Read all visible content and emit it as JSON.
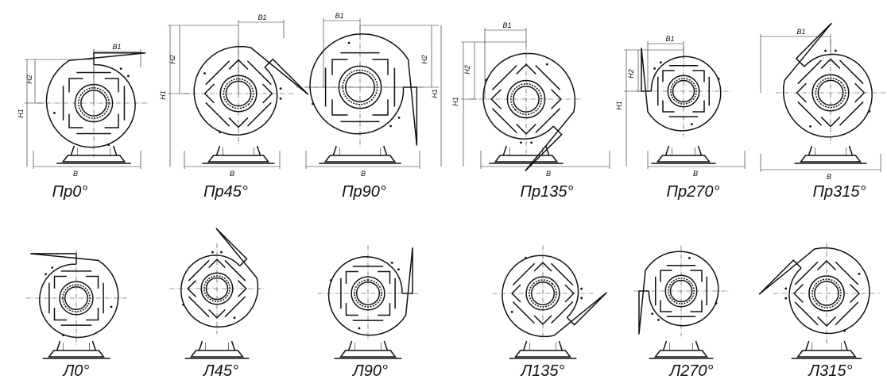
{
  "labels": {
    "top": [
      "Пр0°",
      "Пр45°",
      "Пр90°",
      "Пр135°",
      "Пр270°",
      "Пр315°"
    ],
    "bottom": [
      "Л0°",
      "Л45°",
      "Л90°",
      "Л135°",
      "Л270°",
      "Л315°"
    ]
  },
  "dims": {
    "b": "B",
    "b1": "B1",
    "h1": "H1",
    "h2": "H2"
  }
}
